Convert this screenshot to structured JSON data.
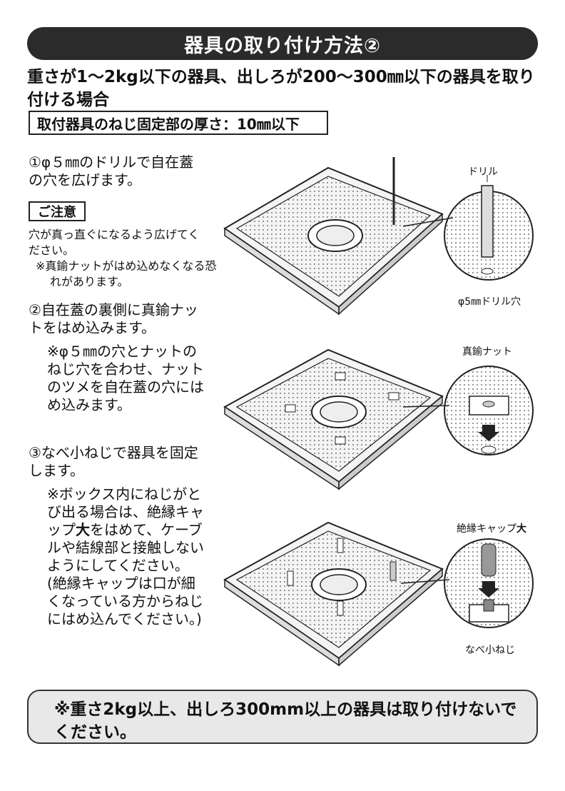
{
  "title": "器具の取り付け方法②",
  "subtitle": "重さが1～2kg以下の器具、出しろが200～300㎜以下の器具を取り付ける場合",
  "thickness_label": "取付器具のねじ固定部の厚さ：10㎜以下",
  "step1": "①φ５㎜のドリルで自在蓋の穴を広げます。",
  "caution_tag": "ご注意",
  "caution_text": "穴が真っ直ぐになるよう広げてください。",
  "caution_note": "※真鍮ナットがはめ込めなくなる恐れがあります。",
  "step2": "②自在蓋の裏側に真鍮ナットをはめ込みます。",
  "step2_note": "※φ５㎜の穴とナットのねじ穴を合わせ、ナットのツメを自在蓋の穴にはめ込みます。",
  "step3": "③なべ小ねじで器具を固定します。",
  "step3_note_a": "※ボックス内にねじがとび出る場合は、絶縁キャップ",
  "step3_note_bold": "大",
  "step3_note_b": "をはめて、ケーブルや結線部と接触しないようにしてください。(絶縁キャップは口が細くなっている方からねじにはめ込んでください。)",
  "callouts": {
    "drill": "ドリル",
    "drill_hole": "φ5㎜ドリル穴",
    "nut": "真鍮ナット",
    "cap_a": "絶縁キャップ",
    "cap_bold": "大",
    "screw": "なべ小ねじ"
  },
  "warning": "※重さ2kg以上、出しろ300mm以上の器具は取り付けないでください。"
}
